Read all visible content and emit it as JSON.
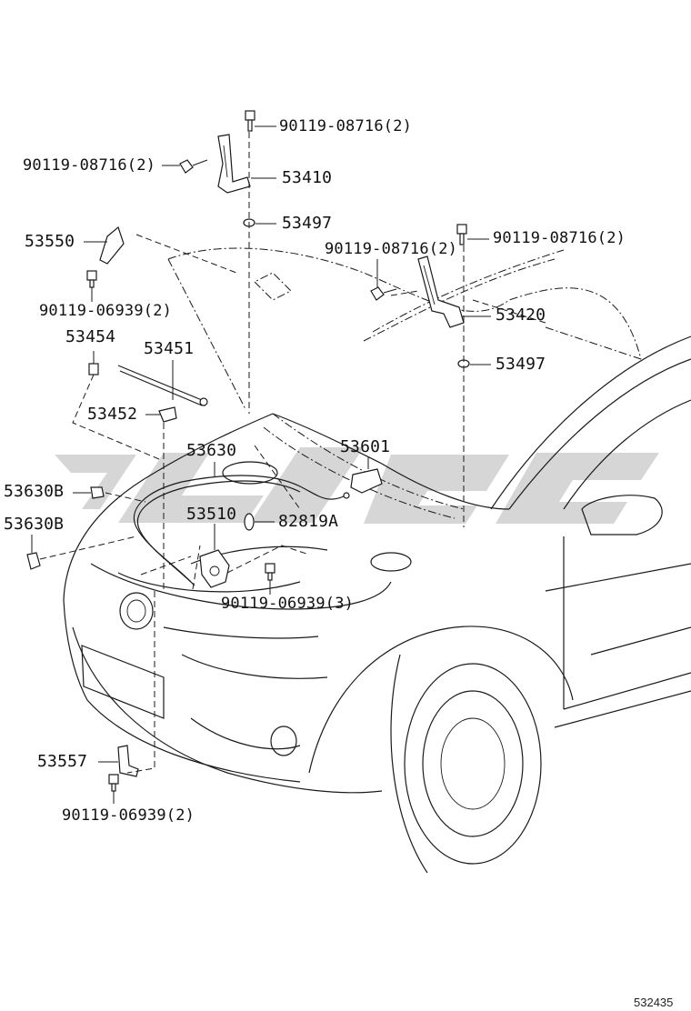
{
  "diagram_id": "532435",
  "labels": {
    "bolt_top": "90119-08716(2)",
    "bolt_left_hinge": "90119-08716(2)",
    "hinge_lh": "53410",
    "washer_lh": "53497",
    "support_rod_holder": "53550",
    "screw_support_holder": "90119-06939(2)",
    "bolt_right_top": "90119-08716(2)",
    "bolt_right_hinge": "90119-08716(2)",
    "hinge_rh": "53420",
    "washer_rh": "53497",
    "grommet": "53454",
    "support_rod": "53451",
    "rod_holder": "53452",
    "release_cable": "53630",
    "release_lever": "53601",
    "clamp_upper": "53630B",
    "clamp_lower": "53630B",
    "hood_lock": "53510",
    "clip": "82819A",
    "lock_bolts": "90119-06939(3)",
    "lock_brace": "53557",
    "brace_bolt": "90119-06939(2)"
  },
  "colors": {
    "line": "#1a1a1a",
    "watermark": "#cfcfcf"
  }
}
